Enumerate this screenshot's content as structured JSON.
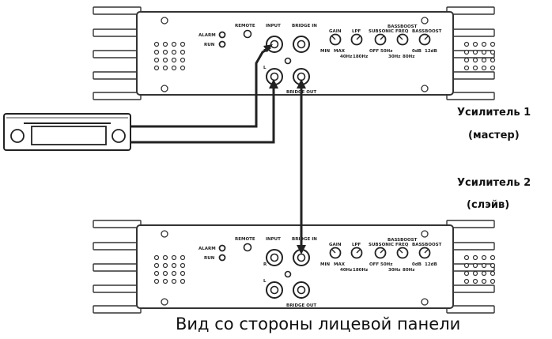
{
  "amplifier_1": {
    "title": "Усилитель 1",
    "role": "(мастер)"
  },
  "amplifier_2": {
    "title": "Усилитель 2",
    "role": "(слэйв)"
  },
  "caption": "Вид со стороны лицевой панели",
  "panel": {
    "alarm": "ALARM",
    "run": "RUN",
    "remote": "REMOTE",
    "input": "INPUT",
    "bridge_in": "BRIDGE IN",
    "bridge_out": "BRIDGE OUT",
    "r": "R",
    "l": "L",
    "gain": "GAIN",
    "lpf": "LPF",
    "subsonic": "SUBSONIC",
    "bassboost_top": "BASSBOOST",
    "freq": "FREQ",
    "bassboost": "BASSBOOST",
    "min": "MIN",
    "max": "MAX",
    "hz40": "40Hz",
    "hz180": "180Hz",
    "off": "OFF",
    "hz50": "50Hz",
    "hz30": "30Hz",
    "hz80": "80Hz",
    "db0": "0dB",
    "db12": "12dB"
  },
  "colors": {
    "line": "#222222",
    "panel_fill": "#ffffff",
    "fin_stroke": "#333333"
  }
}
